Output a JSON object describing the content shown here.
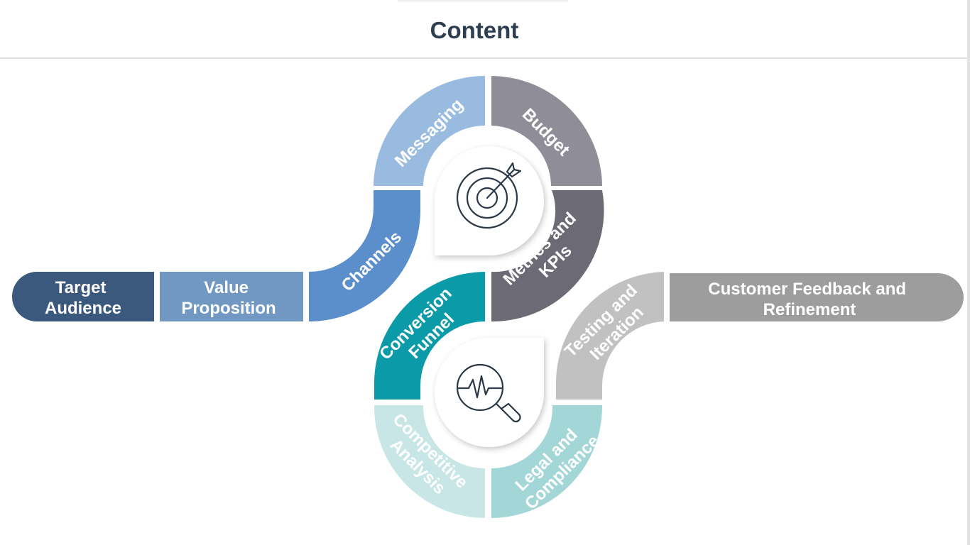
{
  "header": {
    "title": "Content"
  },
  "colors": {
    "target_audience": "#3b587d",
    "value_proposition": "#7198c2",
    "channels": "#5b8fcb",
    "messaging": "#99bbdf",
    "budget": "#8f8e98",
    "metrics_kpis": "#6b6a75",
    "conversion_funnel": "#0b9aa8",
    "testing_iteration": "#c1c1c1",
    "customer_feedback": "#9d9d9d",
    "competitive_analysis": "#c8e6e6",
    "legal_compliance": "#a3d6d6"
  },
  "segments": {
    "target_audience": [
      "Target",
      "Audience"
    ],
    "value_proposition": [
      "Value",
      "Proposition"
    ],
    "channels": [
      "Channels"
    ],
    "messaging": [
      "Messaging"
    ],
    "budget": [
      "Budget"
    ],
    "metrics_kpis": [
      "Metrics and",
      "KPIs"
    ],
    "conversion_funnel": [
      "Conversion",
      "Funnel"
    ],
    "testing_iteration": [
      "Testing and",
      "Iteration"
    ],
    "customer_feedback": [
      "Customer Feedback and",
      "Refinement"
    ],
    "competitive_analysis": [
      "Competitive",
      "Analysis"
    ],
    "legal_compliance": [
      "Legal and",
      "Compliance"
    ]
  },
  "icons": {
    "top": "target-arrow-icon",
    "bottom": "magnifier-pulse-icon"
  }
}
